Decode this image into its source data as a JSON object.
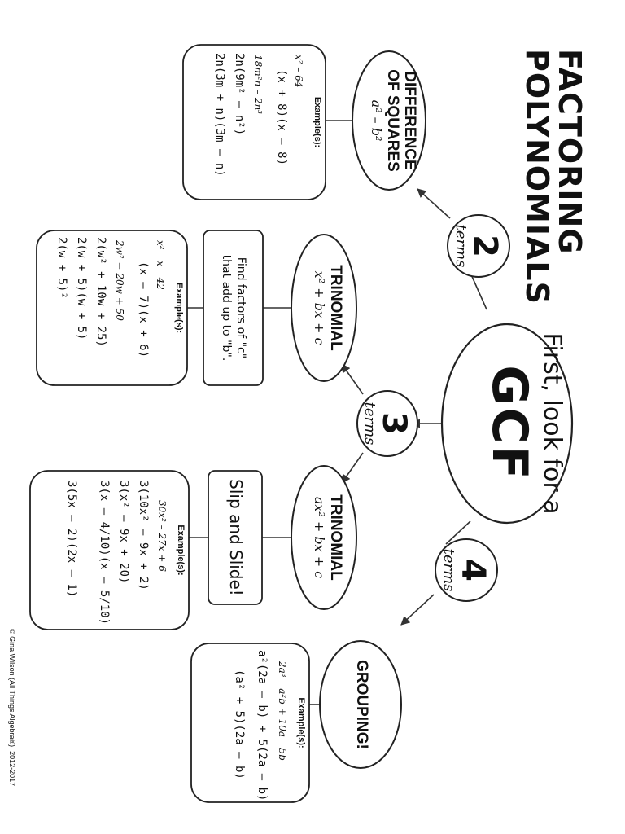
{
  "title": {
    "line1": "FACTORING",
    "line2": "POLYNOMIALS"
  },
  "start": {
    "line1": "First, look for a",
    "line2": "GCF"
  },
  "counts": {
    "two": {
      "number": "2",
      "word": "terms"
    },
    "three": {
      "number": "3",
      "word": "terms"
    },
    "four": {
      "number": "4",
      "word": "terms"
    }
  },
  "methods": {
    "difference_of_squares": {
      "line1": "DIFFERENCE",
      "line2": "OF SQUARES",
      "formula": "a² – b²"
    },
    "trinomial_simple": {
      "name": "TRINOMIAL",
      "formula": "x² + bx + c"
    },
    "trinomial_leading": {
      "name": "TRINOMIAL",
      "formula": "ax² + bx + c"
    },
    "grouping": {
      "name": "GROUPING!"
    }
  },
  "tips": {
    "simple": {
      "line1": "Find factors of \"c\"",
      "line2": "that add up to \"b\"."
    },
    "leading": {
      "text": "Slip and Slide!"
    }
  },
  "examples": {
    "heading": "Example(s):",
    "dos": [
      "x² – 64",
      "(x + 8)(x – 8)",
      "18m²n – 2n³",
      "2n(9m² – n²)",
      "2n(3m + n)(3m – n)"
    ],
    "trinomial_simple": [
      "x² – x – 42",
      "(x – 7)(x + 6)",
      "2w² + 20w + 50",
      "2(w² + 10w + 25)",
      "2(w + 5)(w + 5)",
      "2(w + 5)²"
    ],
    "trinomial_leading": [
      "30x² – 27x + 6",
      "3(10x² – 9x + 2)",
      "3(x² – 9x + 20)",
      "3(x – 4/10)(x – 5/10)",
      "3(5x – 2)(2x – 1)"
    ],
    "grouping": [
      "2a³ – a²b + 10a – 5b",
      "a²(2a – b) + 5(2a – b)",
      "(a² + 5)(2a – b)"
    ]
  },
  "credit": "© Gina Wilson (All Things Algebra®), 2012-2017"
}
